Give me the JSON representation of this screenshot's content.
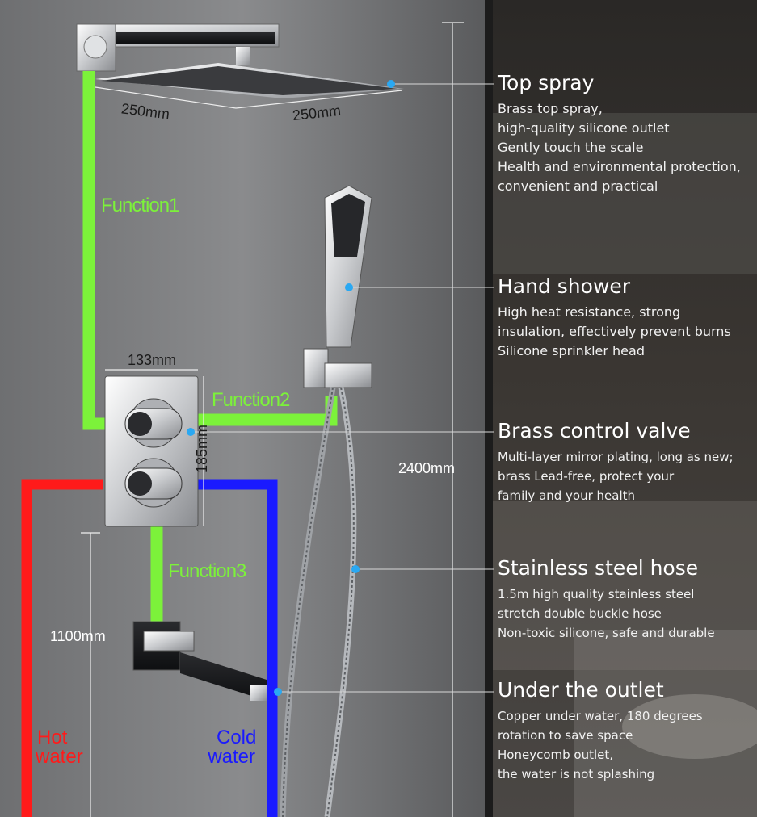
{
  "labels": {
    "function1": "Function1",
    "function2": "Function2",
    "function3": "Function3",
    "hot": [
      "Hot",
      "water"
    ],
    "cold": [
      "Cold",
      "water"
    ]
  },
  "dimensions": {
    "head_left": "250mm",
    "head_right": "250mm",
    "valve_width": "133mm",
    "valve_height": "185mm",
    "total_height": "2400mm",
    "spout_height": "1100mm"
  },
  "features": [
    {
      "title": "Top spray",
      "lines": [
        "Brass top spray,",
        "high-quality silicone outlet",
        "Gently touch the scale",
        "Health and environmental protection,",
        "convenient and practical"
      ]
    },
    {
      "title": "Hand shower",
      "lines": [
        "High heat resistance, strong",
        "insulation, effectively prevent burns",
        "Silicone sprinkler head"
      ]
    },
    {
      "title": "Brass control valve",
      "lines": [
        "Multi-layer mirror plating, long as new;",
        "brass Lead-free, protect your",
        "family and your health"
      ]
    },
    {
      "title": "Stainless steel hose",
      "lines": [
        "1.5m high quality stainless steel",
        "stretch double buckle hose",
        "Non-toxic silicone, safe and durable"
      ]
    },
    {
      "title": "Under the outlet",
      "lines": [
        "Copper under water, 180 degrees",
        "rotation to save space",
        "Honeycomb outlet,",
        "the water is not splashing"
      ]
    }
  ],
  "colors": {
    "function_pipe": "#7cf23a",
    "hot_pipe": "#ff1a1a",
    "cold_pipe": "#1a1aff",
    "callout_dot": "#2aa8f2"
  }
}
